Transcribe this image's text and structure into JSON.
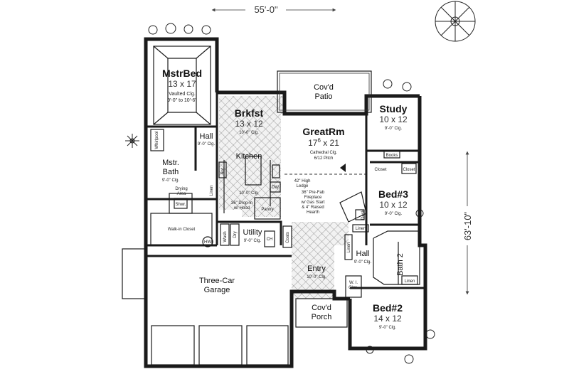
{
  "dimensions": {
    "width": "55'-0\"",
    "depth": "63'-10\""
  },
  "rooms": {
    "master_bed": {
      "name": "MstrBed",
      "size": "13 x 17",
      "note1": "Vaulted Clg.",
      "note2": "9'-0\" to 10'-6\""
    },
    "master_bath": {
      "name": "Mstr.",
      "name2": "Bath",
      "note": "9'-0\" Clg."
    },
    "hall_master": {
      "name": "Hall",
      "note": "9'-0\" Clg."
    },
    "breakfast": {
      "name": "Brkfst",
      "size": "13 x 12",
      "note": "10'-0\" Clg."
    },
    "kitchen": {
      "name": "Kitchen",
      "note": "10'-0\" Clg."
    },
    "great_room": {
      "name": "GreatRm",
      "size": "17",
      "size_sup": "6",
      "size_rest": " x 21",
      "note1": "Cathedral Clg.",
      "note2": "6/12 Pitch"
    },
    "study": {
      "name": "Study",
      "size": "10 x 12",
      "note": "9'-0\" Clg."
    },
    "covd_patio": {
      "name": "Cov'd",
      "name2": "Patio"
    },
    "bed3": {
      "name": "Bed#3",
      "size": "10 x 12",
      "note": "9'-0\" Clg."
    },
    "bed2": {
      "name": "Bed#2",
      "size": "14 x 12",
      "note": "9'-0\" Clg."
    },
    "bath2": {
      "name": "Bath 2"
    },
    "hall_beds": {
      "name": "Hall",
      "note": "9'-0\" Clg."
    },
    "utility": {
      "name": "Utility",
      "note": "9'-0\" Clg."
    },
    "entry": {
      "name": "Entry",
      "note": "10'-0\" Clg."
    },
    "covd_porch": {
      "name": "Cov'd",
      "name2": "Porch"
    },
    "garage": {
      "name": "Three-Car",
      "name2": "Garage"
    },
    "walkin": {
      "name": "Walk-in Closet"
    },
    "drying": {
      "name": "Drying",
      "name2": "Area"
    }
  },
  "notes": {
    "ledge1": "42\" High",
    "ledge2": "Ledge",
    "fireplace1": "36\" Pre-Fab",
    "fireplace2": "Fireplace",
    "fireplace3": "w/ Gas Start",
    "fireplace4": "& 4\" Raised",
    "fireplace5": "Hearth",
    "cooktop1": "36\" Drop-in",
    "cooktop2": "w/ Hood",
    "pantry": "Pantry",
    "books": "Books",
    "closet": "Closet",
    "closet2": "Closet",
    "linen1": "Linen",
    "linen2": "Linen",
    "linen3": "Linen",
    "linen4": "Linen",
    "coats": "Coats",
    "wi_clos1": "W. I.",
    "wi_clos2": "Clos.",
    "dw": "DW",
    "ref": "Ref.",
    "hw": "HW",
    "wash": "Wash",
    "dry": "Dry",
    "ch": "CH",
    "whirlpool": "Whirlpool",
    "shwr": "Shwr.",
    "desk": "Desk"
  }
}
